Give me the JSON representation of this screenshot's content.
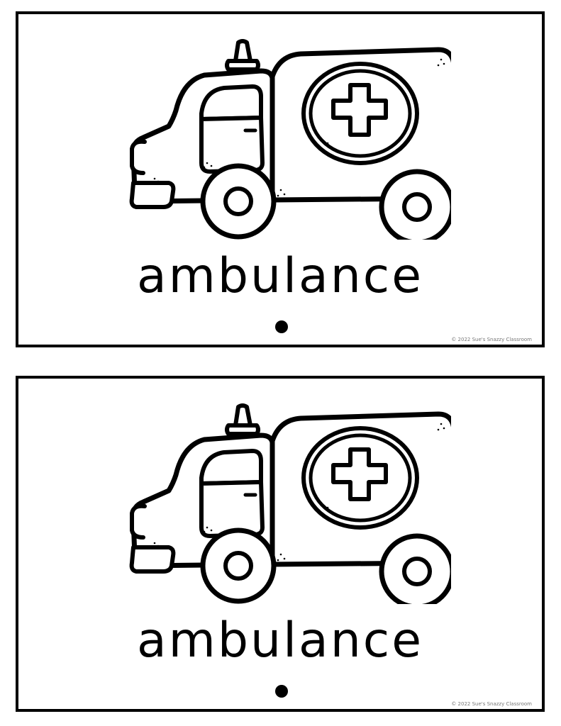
{
  "cards": [
    {
      "word": "ambulance",
      "icon": "ambulance-icon",
      "copyright": "© 2022 Sue's Snazzy Classroom"
    },
    {
      "word": "ambulance",
      "icon": "ambulance-icon",
      "copyright": "© 2022 Sue's Snazzy Classroom"
    }
  ],
  "colors": {
    "ink": "#000000",
    "paper": "#ffffff"
  }
}
